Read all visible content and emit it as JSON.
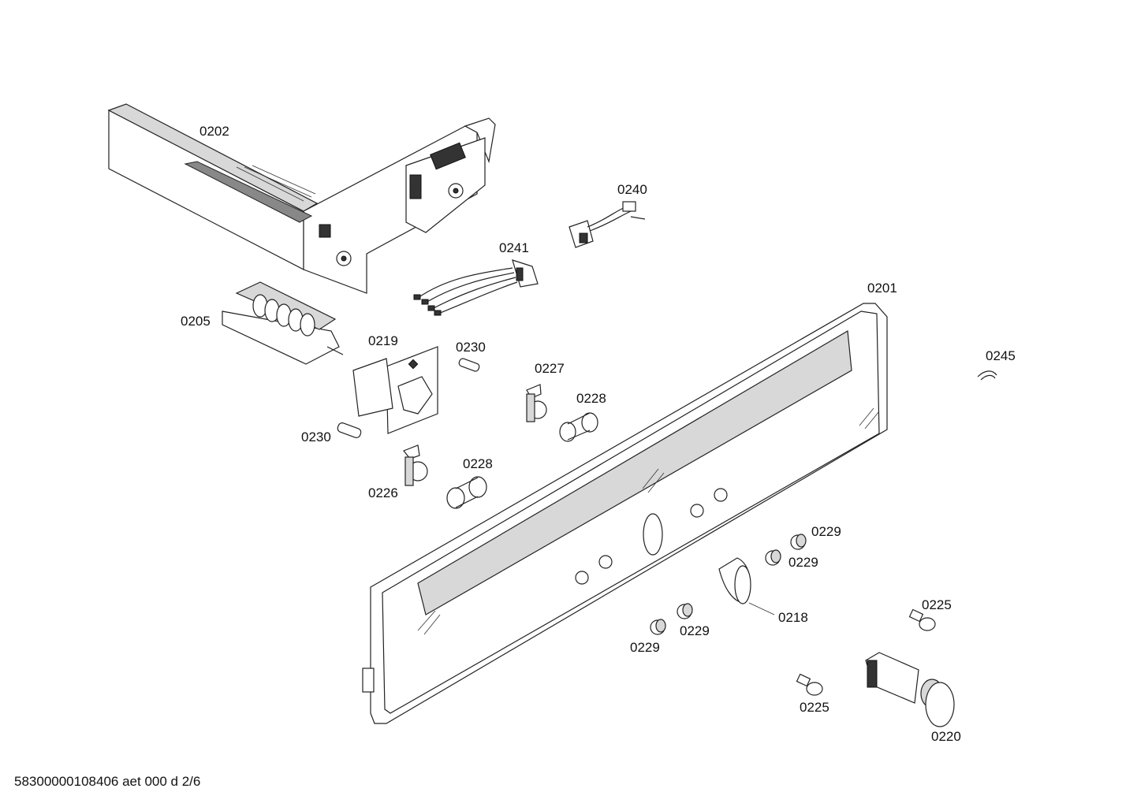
{
  "labels": {
    "p0202": "0202",
    "p0240": "0240",
    "p0241": "0241",
    "p0201": "0201",
    "p0205": "0205",
    "p0219": "0219",
    "p0230a": "0230",
    "p0227": "0227",
    "p0245": "0245",
    "p0228a": "0228",
    "p0230b": "0230",
    "p0228b": "0228",
    "p0226": "0226",
    "p0229a": "0229",
    "p0229b": "0229",
    "p0218": "0218",
    "p0229c": "0229",
    "p0229d": "0229",
    "p0225a": "0225",
    "p0225b": "0225",
    "p0220": "0220"
  },
  "footer": "58300000108406 aet 000 d 2/6"
}
